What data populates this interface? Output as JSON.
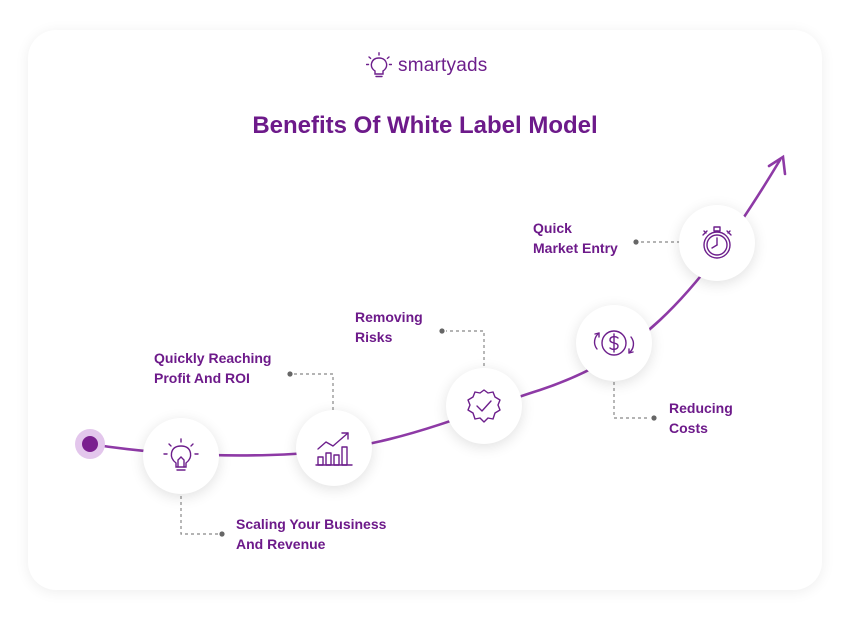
{
  "brand": {
    "name": "smartyads",
    "icon": "lightbulb-icon"
  },
  "title": "Benefits Of White Label Model",
  "colors": {
    "accent": "#6d1a8a",
    "line": "#8e3aa6",
    "dot": "#7a1f8f"
  },
  "benefits": [
    {
      "line1": "Scaling Your Business",
      "line2": "And Revenue",
      "icon": "lightbulb-icon"
    },
    {
      "line1": "Quickly Reaching",
      "line2": "Profit And ROI",
      "icon": "growth-chart-icon"
    },
    {
      "line1": "Removing",
      "line2": "Risks",
      "icon": "check-badge-icon"
    },
    {
      "line1": "Reducing",
      "line2": "Costs",
      "icon": "dollar-cycle-icon"
    },
    {
      "line1": "Quick",
      "line2": "Market Entry",
      "icon": "stopwatch-icon"
    }
  ]
}
